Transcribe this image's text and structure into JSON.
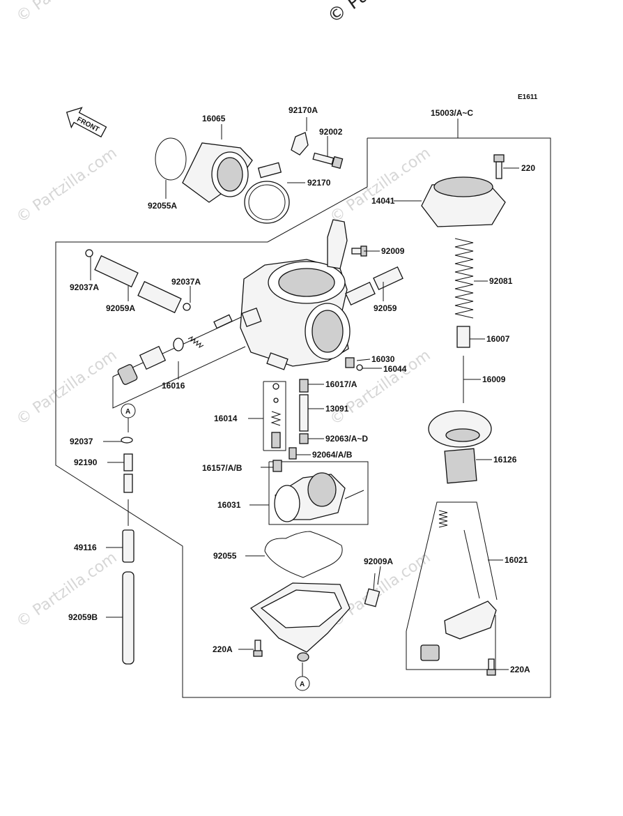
{
  "diagram_code": "E1611",
  "watermark": {
    "top_text": "© Pa",
    "repeat_text": "© Partzilla.com"
  },
  "front_arrow": {
    "label": "FRONT"
  },
  "markers": {
    "a_label": "A"
  },
  "labels": {
    "p16065": "16065",
    "p92170A": "92170A",
    "p92002": "92002",
    "p15003": "15003/A~C",
    "p220": "220",
    "p92055A": "92055A",
    "p92170": "92170",
    "p14041": "14041",
    "p92009": "92009",
    "p92081": "92081",
    "p92037A_left": "92037A",
    "p92037A_mid": "92037A",
    "p92059A": "92059A",
    "p92059": "92059",
    "p16007": "16007",
    "p16030": "16030",
    "p16044": "16044",
    "p16016": "16016",
    "p16009": "16009",
    "p16017A": "16017/A",
    "p13091": "13091",
    "p16014": "16014",
    "p92037": "92037",
    "p92063": "92063/A~D",
    "p92190": "92190",
    "p92064": "92064/A/B",
    "p16126": "16126",
    "p16157": "16157/A/B",
    "p16031": "16031",
    "p49116": "49116",
    "p92055": "92055",
    "p92009A": "92009A",
    "p16021": "16021",
    "p92059B": "92059B",
    "p220A_left": "220A",
    "p220A_right": "220A"
  }
}
